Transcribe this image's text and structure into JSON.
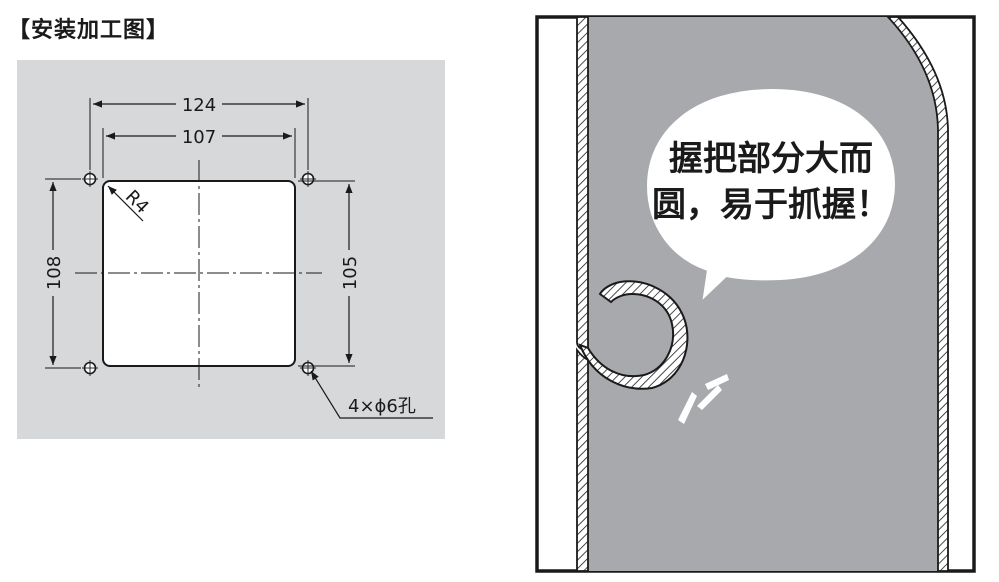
{
  "section_title": "【安装加工图】",
  "dimensions": {
    "outer_width": "124",
    "inner_width": "107",
    "outer_height": "108",
    "inner_height": "105",
    "corner_radius": "R4",
    "holes": "4×ϕ6孔"
  },
  "callout": {
    "line1": "握把部分大而",
    "line2": "圆，易于抓握！"
  },
  "colors": {
    "panel_gray": "#d7d8da",
    "handle_gray": "#a7a9ac",
    "line": "#1a1a1a"
  }
}
